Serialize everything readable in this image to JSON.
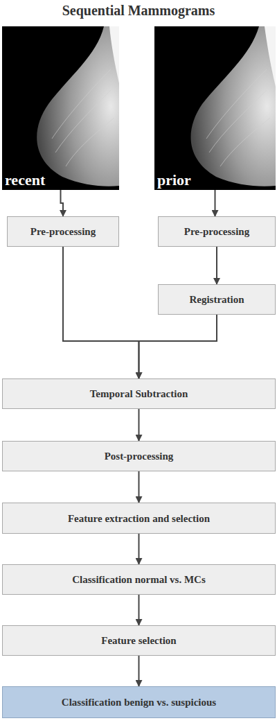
{
  "diagram": {
    "title": "Sequential Mammograms",
    "nodes": [
      {
        "text": [
          "recent"
        ]
      },
      {
        "text": [
          "prior"
        ]
      },
      {
        "text": [
          "Pre-processing"
        ]
      },
      {
        "text": [
          "Pre-processing"
        ]
      },
      {
        "text": [
          "Registration"
        ]
      },
      {
        "text": [
          "Temporal Subtraction"
        ]
      },
      {
        "text": [
          "Post-processing"
        ]
      },
      {
        "text": [
          "Feature extraction and selection"
        ]
      },
      {
        "text": [
          "Classification normal vs. MCs"
        ]
      },
      {
        "text": [
          "Feature selection"
        ]
      },
      {
        "text": [
          "Classification benign vs. suspicious"
        ]
      }
    ],
    "edges": [
      {
        "from": 0,
        "to": 2,
        "arrow": "to"
      },
      {
        "from": 1,
        "to": 3,
        "arrow": "to"
      },
      {
        "from": 3,
        "to": 4,
        "arrow": "to"
      },
      {
        "from": 2,
        "to": 5,
        "arrow": "to"
      },
      {
        "from": 4,
        "to": 5,
        "arrow": "to"
      },
      {
        "from": 5,
        "to": 6,
        "arrow": "to"
      },
      {
        "from": 6,
        "to": 7,
        "arrow": "to"
      },
      {
        "from": 7,
        "to": 8,
        "arrow": "to"
      },
      {
        "from": 8,
        "to": 9,
        "arrow": "to"
      },
      {
        "from": 9,
        "to": 10,
        "arrow": "to"
      }
    ]
  }
}
